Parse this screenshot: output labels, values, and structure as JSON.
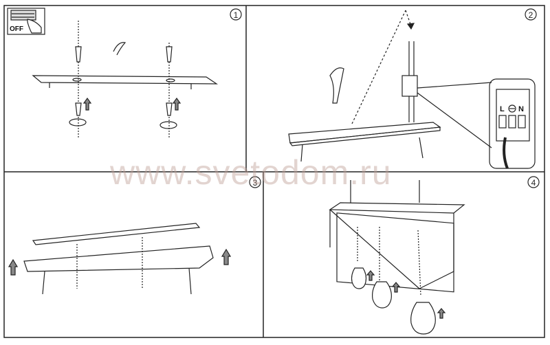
{
  "steps": [
    {
      "number": "1"
    },
    {
      "number": "2"
    },
    {
      "number": "3"
    },
    {
      "number": "4"
    }
  ],
  "power_switch": {
    "label": "OFF",
    "icon": "breaker-switch-icon"
  },
  "terminal_block": {
    "live_label": "L",
    "neutral_label": "N",
    "earth_icon": "ground-symbol-icon"
  },
  "watermark": "www.svetodom.ru",
  "colors": {
    "line": "#222222",
    "arrow_fill": "#888888",
    "watermark": "#bea096"
  }
}
